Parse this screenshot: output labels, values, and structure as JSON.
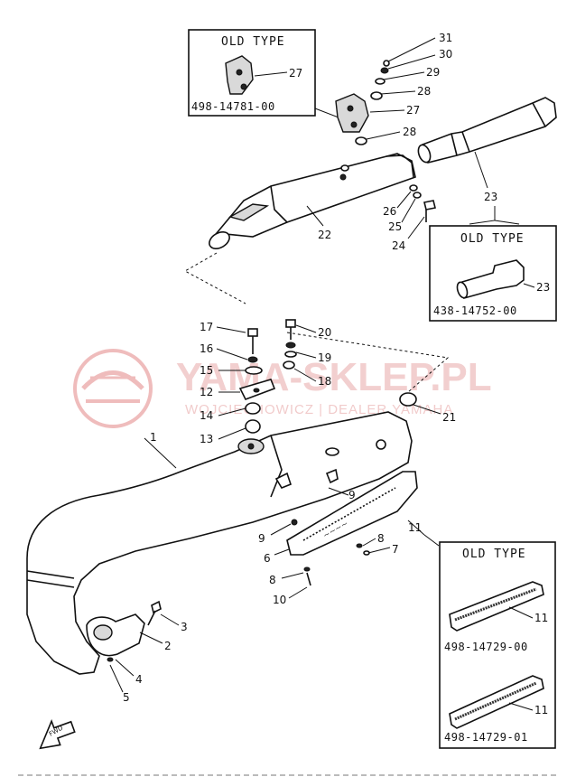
{
  "title": "",
  "watermark": {
    "brand": "YAMA-SKLEP.PL",
    "dealer": "WOJCIECHOWICZ | DEALER YAMAHA"
  },
  "old_type_boxes": [
    {
      "title": "OLD TYPE",
      "part_no": "498-14781-00",
      "callout": "27"
    },
    {
      "title": "OLD TYPE",
      "part_no": "438-14752-00",
      "callout": "23"
    },
    {
      "title": "OLD TYPE",
      "part_no_a": "498-14729-00",
      "part_no_b": "498-14729-01",
      "callout_a": "11",
      "callout_b": "11"
    }
  ],
  "callouts": {
    "c1": "1",
    "c2": "2",
    "c3": "3",
    "c4": "4",
    "c5": "5",
    "c6": "6",
    "c7": "7",
    "c8a": "8",
    "c8b": "8",
    "c9a": "9",
    "c9b": "9",
    "c10": "10",
    "c11": "11",
    "c12": "12",
    "c13": "13",
    "c14": "14",
    "c15": "15",
    "c16": "16",
    "c17": "17",
    "c18": "18",
    "c19": "19",
    "c20": "20",
    "c21": "21",
    "c22": "22",
    "c23": "23",
    "c24": "24",
    "c25": "25",
    "c26": "26",
    "c27": "27",
    "c28a": "28",
    "c28b": "28",
    "c29": "29",
    "c30": "30",
    "c31": "31"
  },
  "fwd_label": "FWD"
}
